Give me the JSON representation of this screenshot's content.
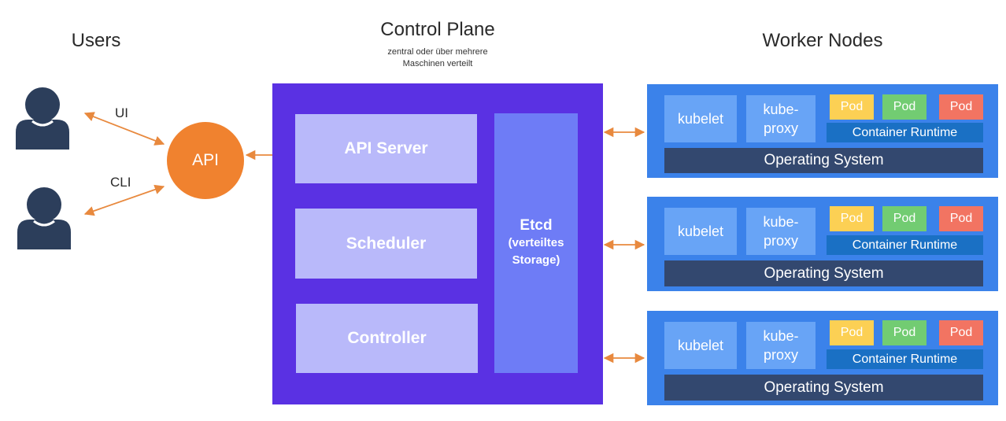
{
  "headings": {
    "users": "Users",
    "control_plane": "Control Plane",
    "control_plane_sub_1": "zentral oder über mehrere",
    "control_plane_sub_2": "Maschinen verteilt",
    "worker_nodes": "Worker Nodes"
  },
  "users": {
    "ui_label": "UI",
    "cli_label": "CLI",
    "api_label": "API"
  },
  "control_plane": {
    "api_server": "API Server",
    "scheduler": "Scheduler",
    "controller": "Controller",
    "etcd_title": "Etcd",
    "etcd_sub_1": "(verteiltes",
    "etcd_sub_2": "Storage)"
  },
  "worker_nodes": [
    {
      "kubelet": "kubelet",
      "proxy_1": "kube-",
      "proxy_2": "proxy",
      "pods": [
        "Pod",
        "Pod",
        "Pod"
      ],
      "runtime": "Container Runtime",
      "os": "Operating System"
    },
    {
      "kubelet": "kubelet",
      "proxy_1": "kube-",
      "proxy_2": "proxy",
      "pods": [
        "Pod",
        "Pod",
        "Pod"
      ],
      "runtime": "Container Runtime",
      "os": "Operating System"
    },
    {
      "kubelet": "kubelet",
      "proxy_1": "kube-",
      "proxy_2": "proxy",
      "pods": [
        "Pod",
        "Pod",
        "Pod"
      ],
      "runtime": "Container Runtime",
      "os": "Operating System"
    }
  ],
  "colors": {
    "api": "#f0822f",
    "control_plane_bg": "#5a31e3",
    "control_plane_box": "#b9b9fa",
    "etcd": "#6e7cf6",
    "node_bg": "#3b82ea",
    "node_box": "#68a4f6",
    "pod_yellow": "#fcd054",
    "pod_green": "#72cc72",
    "pod_red": "#f27462",
    "runtime": "#1a70c4",
    "os": "#33486f",
    "arrow": "#e8893e",
    "user_icon": "#2c3e5b"
  },
  "icons": {
    "user": "user-icon"
  }
}
